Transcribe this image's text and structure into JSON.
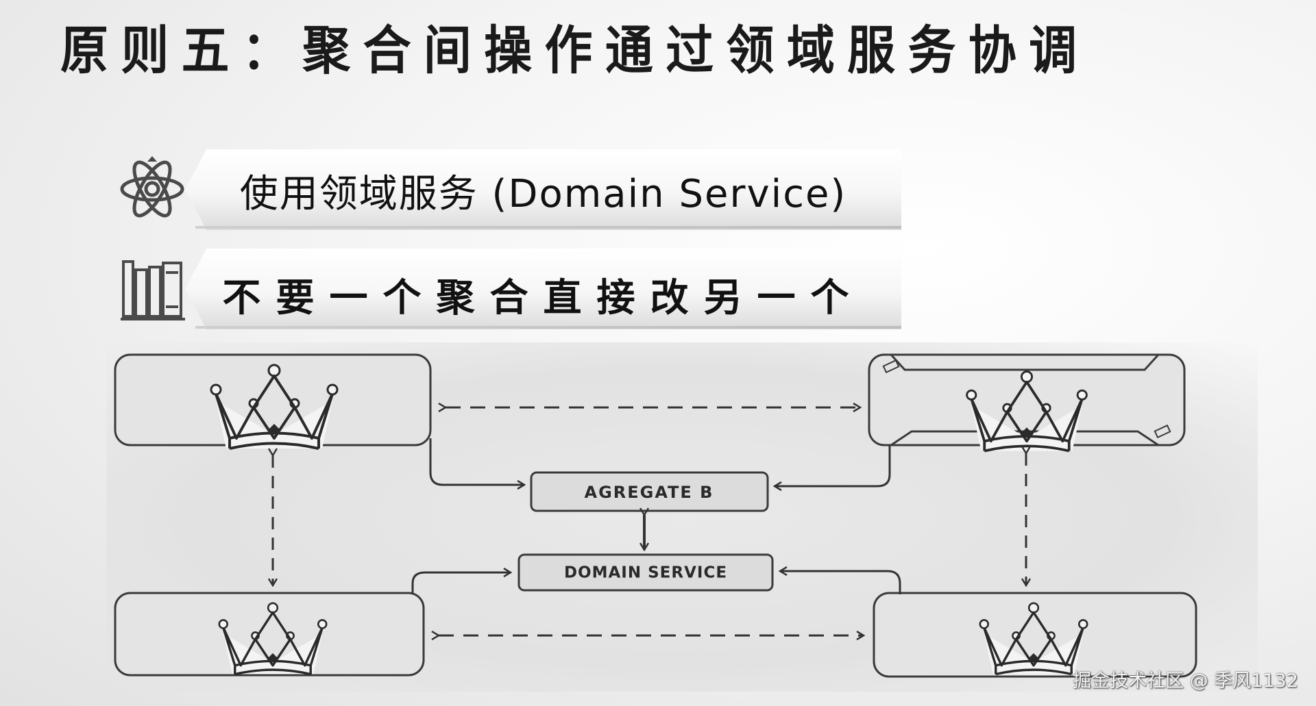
{
  "title": "原则五：聚合间操作通过领域服务协调",
  "bars": [
    {
      "text": "使用领域服务 (Domain Service)",
      "icon": "atom-icon"
    },
    {
      "text": "不要一个聚合直接改另一个",
      "icon": "bookshelf-icon"
    }
  ],
  "diagram": {
    "center_boxes": {
      "aggregate_b": "AGREGATE B",
      "domain_service": "DOMAIN SERVICE"
    },
    "aggregate_icon": "crown-icon"
  },
  "watermark": "掘金技术社区 @ 季风1132"
}
